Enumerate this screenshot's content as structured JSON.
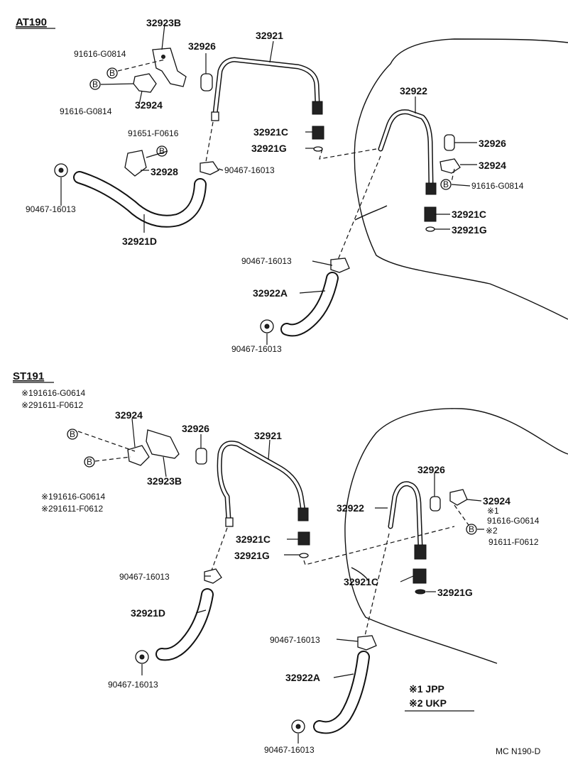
{
  "sections": {
    "at190": {
      "title": "AT190",
      "labels": {
        "p32923B": "32923B",
        "bolt1": "91616-G0814",
        "bolt2": "91616-G0814",
        "p32924": "32924",
        "p32926a": "32926",
        "p32921": "32921",
        "p32922": "32922",
        "bolt3": "91651-F0616",
        "p32928": "32928",
        "clampA": "90467-16013",
        "clampB": "90467-16013",
        "p32921D": "32921D",
        "p32921C_a": "32921C",
        "p32921G_a": "32921G",
        "p32926b": "32926",
        "p32924b": "32924",
        "bolt4": "91616-G0814",
        "p32921C_b": "32921C",
        "p32921G_b": "32921G",
        "clampC": "90467-16013",
        "p32922A": "32922A",
        "clampD": "90467-16013",
        "bmark": "B"
      }
    },
    "st191": {
      "title": "ST191",
      "labels": {
        "note1": "※191616-G0614",
        "note2": "※291611-F0612",
        "p32924": "32924",
        "p32923B": "32923B",
        "note3": "※191616-G0614",
        "note4": "※291611-F0612",
        "p32926a": "32926",
        "p32921": "32921",
        "p32921C_a": "32921C",
        "p32921G_a": "32921G",
        "clampA": "90467-16013",
        "p32921D": "32921D",
        "clampB": "90467-16013",
        "p32926b": "32926",
        "p32924b": "32924",
        "p32922": "32922",
        "star1": "※1",
        "bolt5": "91616-G0614",
        "star2": "※2",
        "bolt6": "91611-F0612",
        "p32921C_b": "32921C",
        "p32921G_b": "32921G",
        "clampC": "90467-16013",
        "p32922A": "32922A",
        "clampD": "90467-16013",
        "bmark": "B"
      }
    }
  },
  "legend": {
    "line1": "※1 JPP",
    "line2": "※2 UKP"
  },
  "code": "MC N190-D"
}
